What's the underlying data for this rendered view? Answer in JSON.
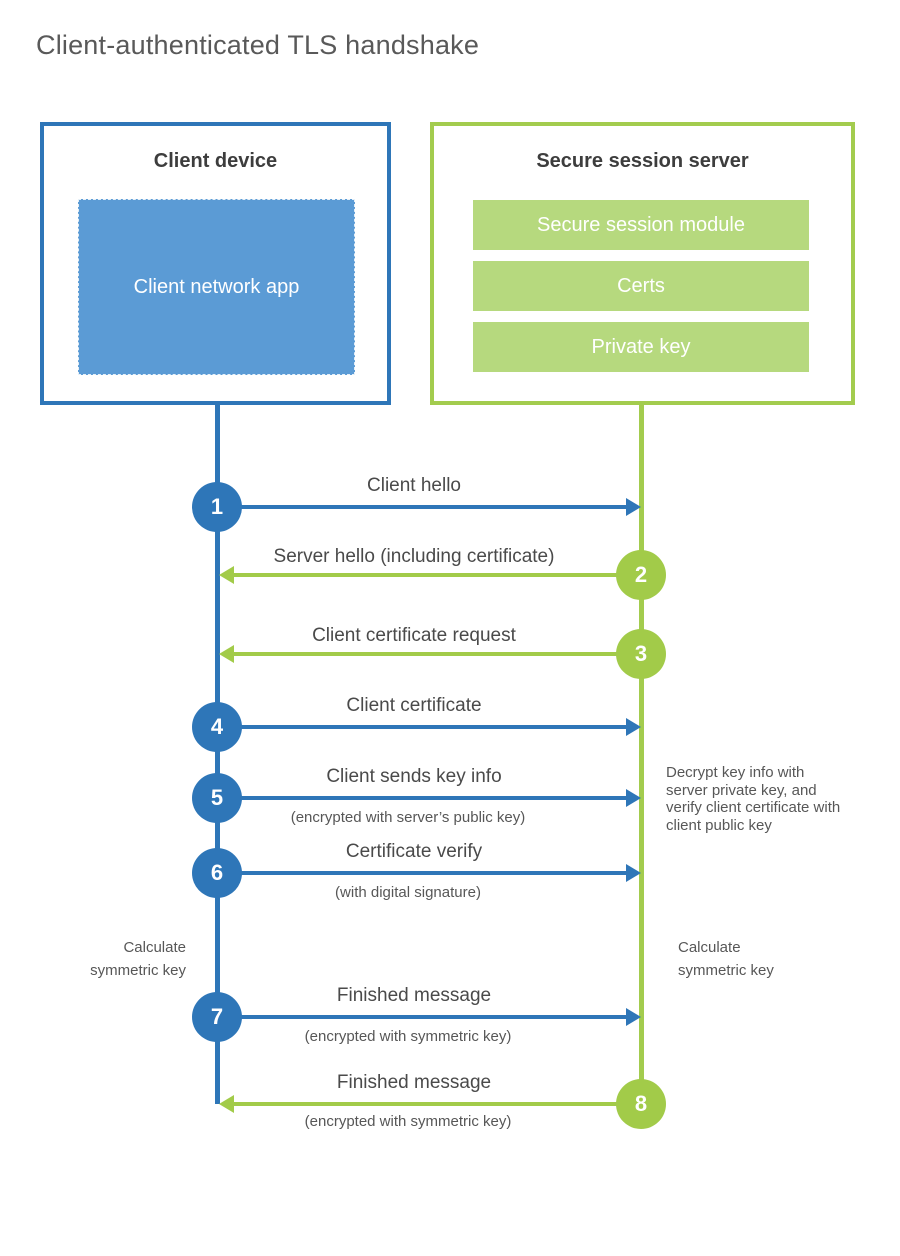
{
  "title": "Client-authenticated TLS handshake",
  "client": {
    "title": "Client device",
    "app_label": "Client network app"
  },
  "server": {
    "title": "Secure session server",
    "modules": [
      "Secure session module",
      "Certs",
      "Private key"
    ]
  },
  "steps": [
    {
      "num": "1",
      "label": "Client hello",
      "direction": "right",
      "color": "blue"
    },
    {
      "num": "2",
      "label": "Server hello (including certificate)",
      "direction": "left",
      "color": "green"
    },
    {
      "num": "3",
      "label": "Client certificate request",
      "direction": "left",
      "color": "green"
    },
    {
      "num": "4",
      "label": "Client certificate",
      "direction": "right",
      "color": "blue"
    },
    {
      "num": "5",
      "label": "Client sends key info",
      "sublabel": "(encrypted with server’s public key)",
      "direction": "right",
      "color": "blue"
    },
    {
      "num": "6",
      "label": "Certificate verify",
      "sublabel": "(with digital signature)",
      "direction": "right",
      "color": "blue"
    },
    {
      "num": "7",
      "label": "Finished message",
      "sublabel": "(encrypted with symmetric key)",
      "direction": "right",
      "color": "blue"
    },
    {
      "num": "8",
      "label": "Finished message",
      "sublabel": "(encrypted with symmetric key)",
      "direction": "left",
      "color": "green"
    }
  ],
  "notes": {
    "decrypt": "Decrypt key info with server private key, and verify client certificate with client public key",
    "calc_left": "Calculate symmetric key",
    "calc_right": "Calculate symmetric key"
  },
  "colors": {
    "client_line": "#2e76b8",
    "client_fill": "#5b9bd5",
    "server_line": "#a2cb49",
    "server_fill": "#b6d97e"
  }
}
